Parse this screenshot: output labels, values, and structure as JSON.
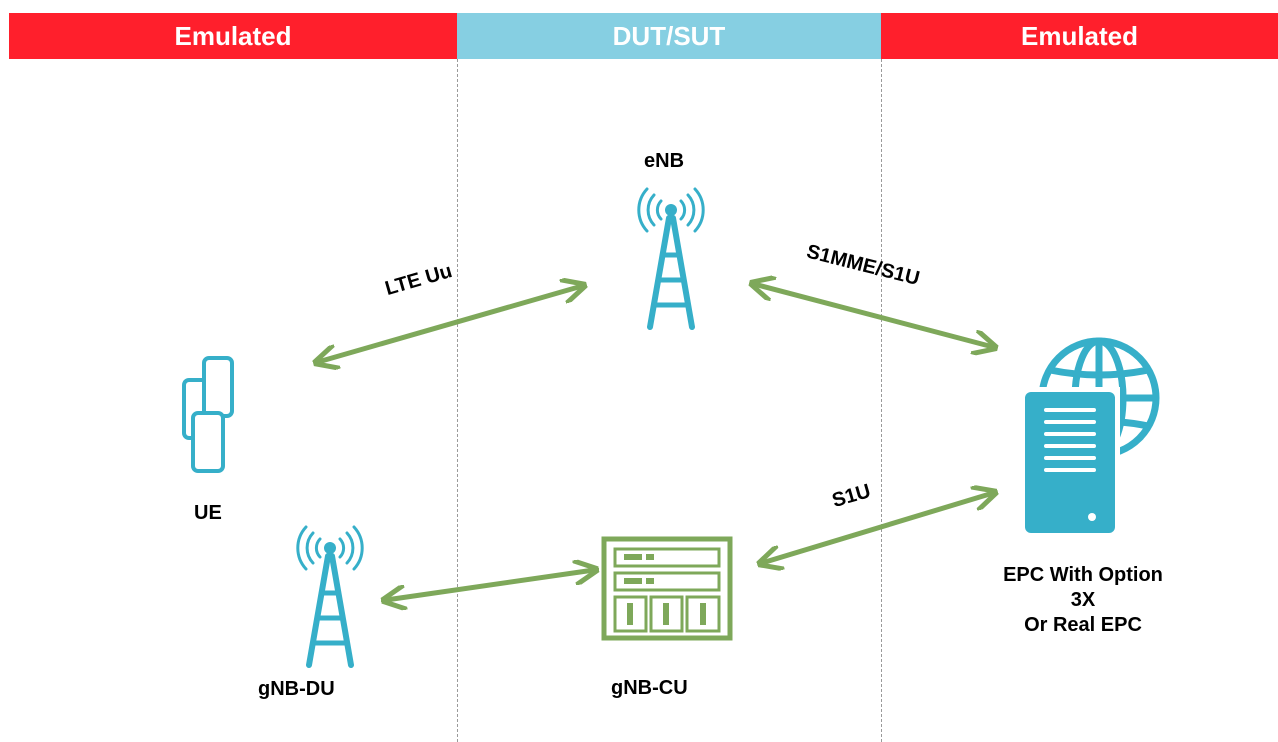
{
  "zones": {
    "left": "Emulated",
    "middle": "DUT/SUT",
    "right": "Emulated"
  },
  "nodes": {
    "enb": "eNB",
    "ue": "UE",
    "gnb_du": "gNB-DU",
    "gnb_cu": "gNB-CU",
    "epc_line1": "EPC With Option",
    "epc_line2": "3X",
    "epc_line3": "Or Real EPC"
  },
  "links": {
    "lte_uu": "LTE Uu",
    "s1mme_s1u": "S1MME/S1U",
    "s1u": "S1U"
  },
  "colors": {
    "emulated_band": "#ff1f2c",
    "dut_band": "#86cfe2",
    "icon_blue": "#36afc9",
    "arrow_green": "#7ea85a"
  },
  "icons": [
    "phones-icon",
    "tower-icon",
    "server-rack-icon",
    "server-globe-icon"
  ]
}
